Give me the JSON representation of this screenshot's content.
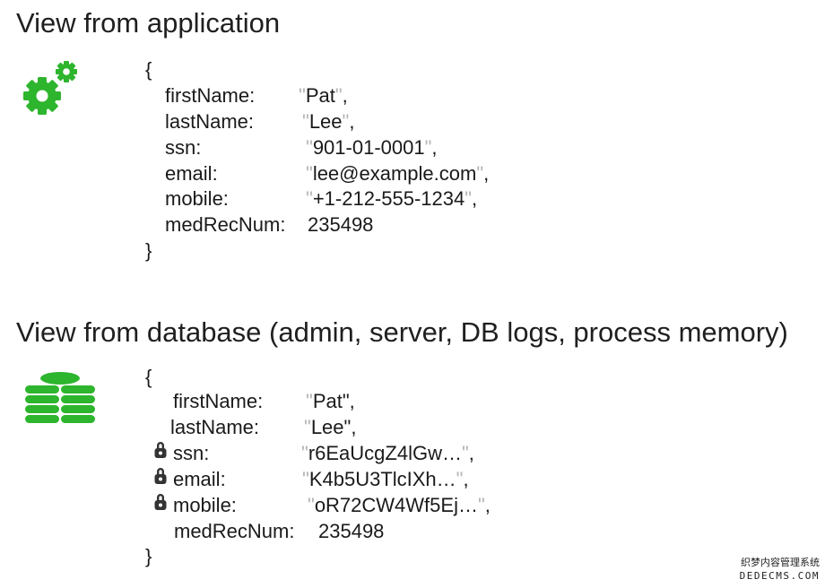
{
  "app": {
    "heading": "View from application",
    "open_brace": "{",
    "close_brace": "}",
    "fields": [
      {
        "key": "firstName:",
        "value": "Pat",
        "quoted": true,
        "comma": ","
      },
      {
        "key": "lastName:",
        "value": "Lee",
        "quoted": true,
        "comma": ","
      },
      {
        "key": "ssn:",
        "value": "901-01-0001",
        "quoted": true,
        "comma": ","
      },
      {
        "key": "email:",
        "value": "lee@example.com",
        "quoted": true,
        "comma": ","
      },
      {
        "key": "mobile:",
        "value": "+1-212-555-1234",
        "quoted": true,
        "comma": ","
      },
      {
        "key": "medRecNum:",
        "value": "235498",
        "quoted": false,
        "comma": ""
      }
    ]
  },
  "db": {
    "heading": "View from database (admin, server, DB logs, process memory)",
    "open_brace": "{",
    "close_brace": "}",
    "fields": [
      {
        "key": "firstName:",
        "value": "Pat",
        "quoted": true,
        "comma": ","
      },
      {
        "key": "lastName:",
        "value": "Lee",
        "quoted": true,
        "comma": ","
      },
      {
        "key": "ssn:",
        "value": "r6EaUcgZ4lGw…",
        "quoted": true,
        "comma": ",",
        "encrypted": true
      },
      {
        "key": "email:",
        "value": "K4b5U3TlcIXh…",
        "quoted": true,
        "comma": ",",
        "encrypted": true
      },
      {
        "key": "mobile:",
        "value": "oR72CW4Wf5Ej…",
        "quoted": true,
        "comma": ",",
        "encrypted": true
      },
      {
        "key": "medRecNum:",
        "value": "235498",
        "quoted": false,
        "comma": ""
      }
    ]
  },
  "icons": {
    "app_icon": "gears-icon",
    "db_icon": "database-icon",
    "encrypted_icon": "lock-icon",
    "accent_color": "#2db52d"
  },
  "watermark": {
    "line1": "织梦内容管理系统",
    "line2": "DEDECMS.COM"
  }
}
